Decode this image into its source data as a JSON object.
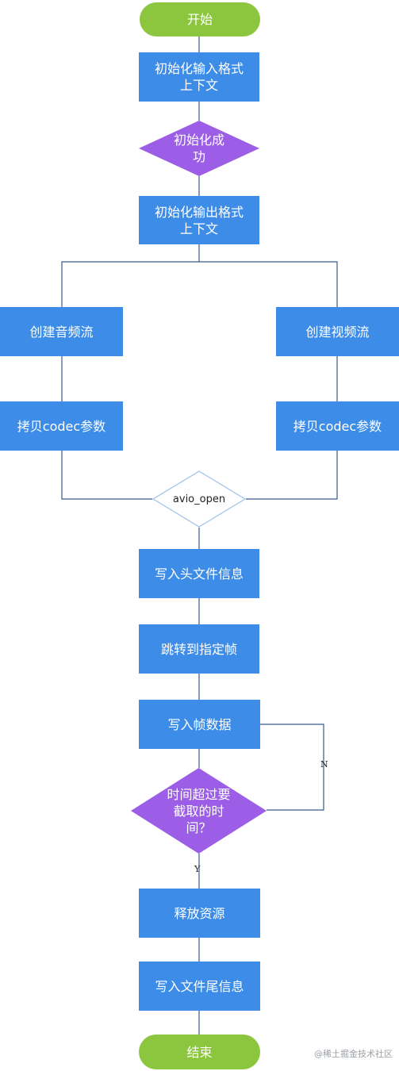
{
  "nodes": {
    "start": "开始",
    "init_input": "初始化输入格式\n上下文",
    "init_success": "初始化成\n功",
    "init_output": "初始化输出格式\n上下文",
    "create_audio": "创建音频流",
    "create_video": "创建视频流",
    "copy_codec_audio": "拷贝codec参数",
    "copy_codec_video": "拷贝codec参数",
    "avio_open": "avio_open",
    "write_header": "写入头文件信息",
    "seek_frame": "跳转到指定帧",
    "write_frame": "写入帧数据",
    "time_check": "时间超过要\n截取的时\n间？",
    "release": "释放资源",
    "write_trailer": "写入文件尾信息",
    "end": "结束"
  },
  "edge_labels": {
    "no": "N",
    "yes": "Y"
  },
  "watermark": "@稀土掘金技术社区",
  "colors": {
    "process": "#3d8de8",
    "terminal": "#8cc63f",
    "decision": "#9c5ee6",
    "avio_fill": "#ffffff",
    "avio_stroke": "#9ec1ea",
    "line": "#3a5a8c"
  }
}
